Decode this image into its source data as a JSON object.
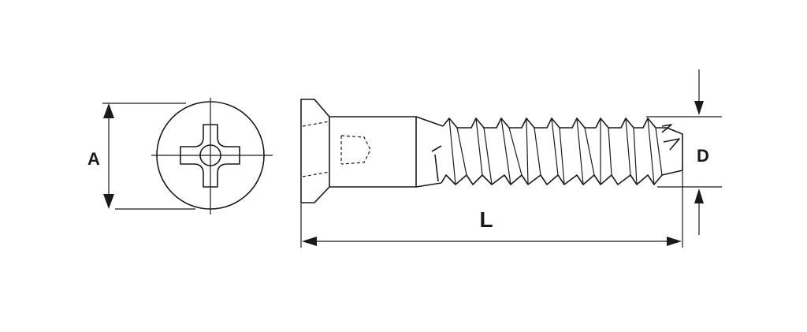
{
  "dimensions": {
    "head_diameter_label": "A",
    "length_label": "L",
    "thread_diameter_label": "D"
  },
  "colors": {
    "line": "#1a1a1a",
    "background": "#ffffff"
  }
}
